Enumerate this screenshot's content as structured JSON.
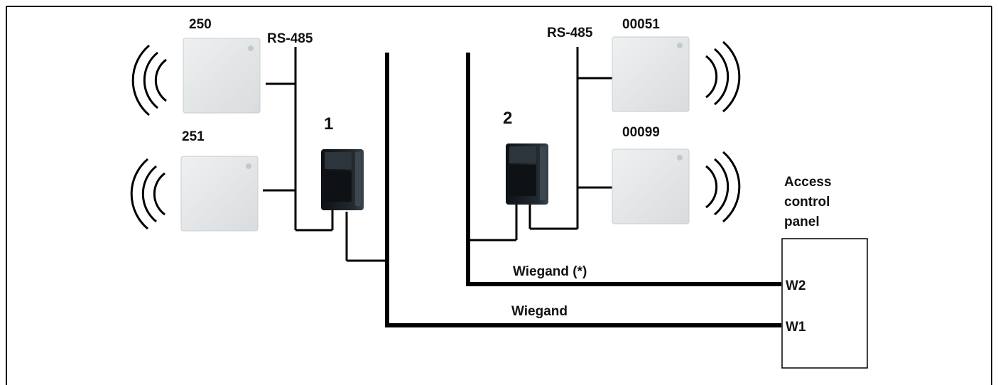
{
  "colors": {
    "line": "#000000",
    "reader_fill": "#e6e9ea",
    "reader_edge": "#c9cdd0",
    "controller_body": "#1f262b",
    "controller_panel": "#101418",
    "panel_fill": "#ffffff"
  },
  "icons": {
    "reader": "wireless-reader-icon",
    "controller": "converter-module-icon",
    "signal": "radio-waves-icon"
  },
  "readers": {
    "r250": {
      "label": "250"
    },
    "r251": {
      "label": "251"
    },
    "r00051": {
      "label": "00051"
    },
    "r00099": {
      "label": "00099"
    }
  },
  "controllers": {
    "c1": {
      "label": "1"
    },
    "c2": {
      "label": "2"
    }
  },
  "buses": {
    "rs485_left": "RS-485",
    "rs485_right": "RS-485",
    "wiegand_main": "Wiegand",
    "wiegand_star": "Wiegand (*)"
  },
  "panel": {
    "title_line1": "Access",
    "title_line2": "control",
    "title_line3": "panel",
    "input_w1": "W1",
    "input_w2": "W2"
  }
}
